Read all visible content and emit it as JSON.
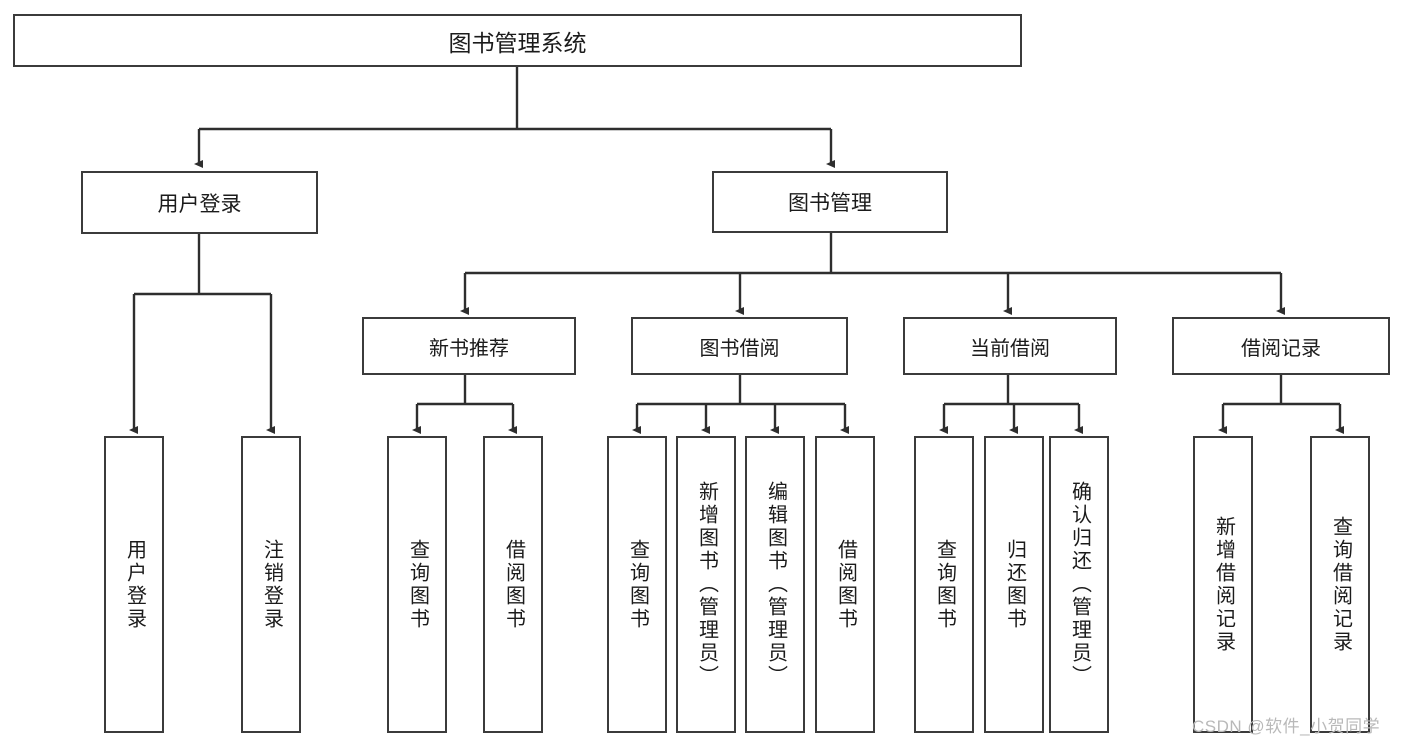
{
  "diagram": {
    "title": "图书管理系统",
    "type": "tree-hierarchy",
    "root": {
      "label": "图书管理系统"
    },
    "level1": [
      {
        "label": "用户登录"
      },
      {
        "label": "图书管理"
      }
    ],
    "level2": [
      {
        "label": "新书推荐"
      },
      {
        "label": "图书借阅"
      },
      {
        "label": "当前借阅"
      },
      {
        "label": "借阅记录"
      }
    ],
    "leaves": {
      "user_login": [
        {
          "label": "用户登录"
        },
        {
          "label": "注销登录"
        }
      ],
      "new_book_recommend": [
        {
          "label": "查询图书"
        },
        {
          "label": "借阅图书"
        }
      ],
      "book_borrow": [
        {
          "label": "查询图书"
        },
        {
          "label": "新增图书（管理员）"
        },
        {
          "label": "编辑图书（管理员）"
        },
        {
          "label": "借阅图书"
        }
      ],
      "current_borrow": [
        {
          "label": "查询图书"
        },
        {
          "label": "归还图书"
        },
        {
          "label": "确认归还（管理员）"
        }
      ],
      "borrow_record": [
        {
          "label": "新增借阅记录"
        },
        {
          "label": "查询借阅记录"
        }
      ]
    }
  },
  "watermark": {
    "text": "CSDN @软件_小贺同学"
  },
  "colors": {
    "stroke": "#3b3b3b",
    "background": "#ffffff",
    "text": "#1b1b1b",
    "watermark": "#b9b9b9"
  }
}
